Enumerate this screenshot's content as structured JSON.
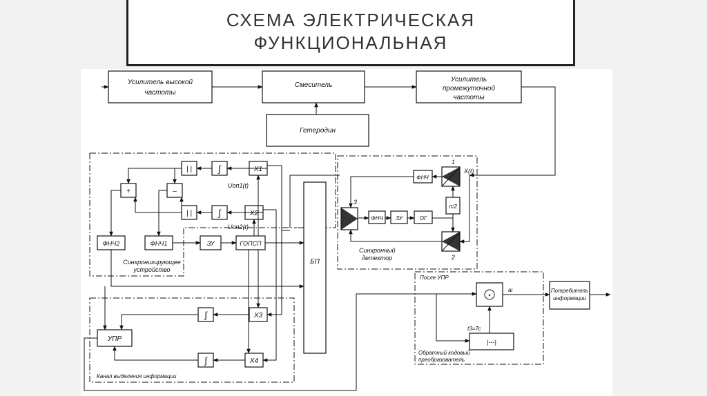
{
  "title": {
    "line1": "СХЕМА ЭЛЕКТРИЧЕСКАЯ",
    "line2": "ФУНКЦИОНАЛЬНАЯ"
  },
  "blocks": {
    "uvch_line1": "Усилитель высокой",
    "uvch_line2": "частоты",
    "mixer": "Смеситель",
    "upch_line1": "Усилитель",
    "upch_line2": "промежуточной",
    "upch_line3": "частоты",
    "heterodyne": "Гетеродин",
    "abs1": "| |",
    "abs2": "| |",
    "int1": "∫",
    "int2": "∫",
    "int3": "∫",
    "int4": "∫",
    "x1": "X1",
    "x2": "X2",
    "x3": "X3",
    "x4": "X4",
    "plus": "+",
    "minus": "–",
    "fnch2": "ФНЧ2",
    "fnch1": "ФНЧ1",
    "zu": "ЗУ",
    "gopsp": "ГОПСП",
    "bp": "БП",
    "upr": "УПР",
    "fnch_a": "ФНЧ",
    "fnch_b": "ФНЧ",
    "zu2": "ЗУ",
    "og": "ОГ",
    "pi2": "π/2",
    "mod_sym": "•",
    "decoder": "|---|",
    "consumer_line1": "Потребитель",
    "consumer_line2": "информации"
  },
  "labels": {
    "uop1": "Uоп1(t)",
    "uop2": "Uоп2(t)",
    "xt": "X(t)",
    "n1": "1",
    "n2": "2",
    "n3": "3",
    "ai": "ai",
    "t3": "t3=Tc",
    "sync_device_line1": "Синхронизирующее",
    "sync_device_line2": "устройство",
    "sync_detector_line1": "Синхронный",
    "sync_detector_line2": "детектор",
    "channel": "Канал выделения информации",
    "after_upr": "После УПР",
    "reverse_line1": "Обратный кодовый",
    "reverse_line2": "преобразователь"
  }
}
